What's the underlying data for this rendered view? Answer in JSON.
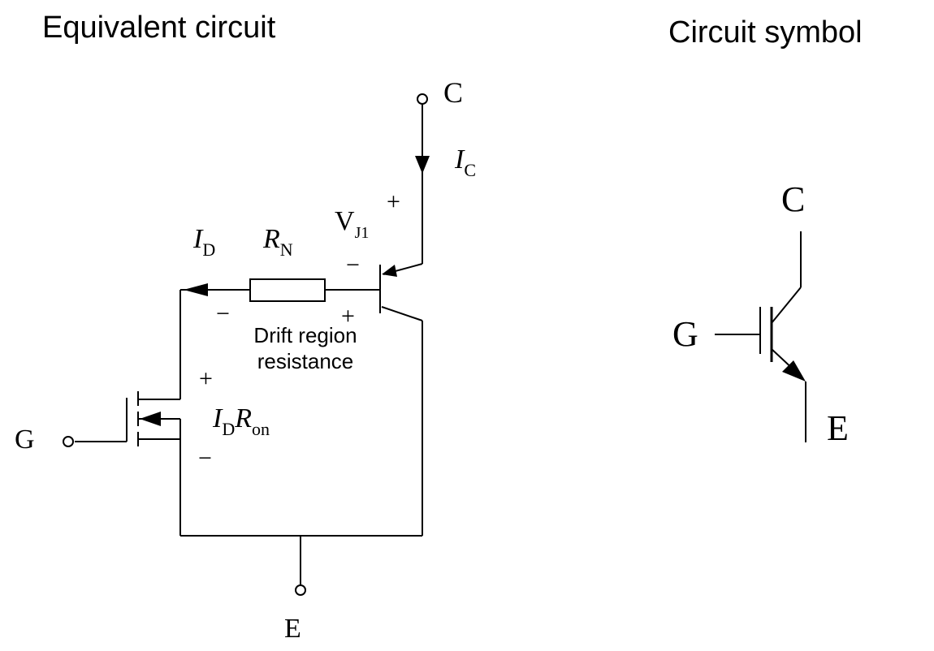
{
  "equivalent": {
    "title": "Equivalent circuit",
    "terminal_c": "C",
    "terminal_g": "G",
    "terminal_e": "E",
    "ic_main": "I",
    "ic_sub": "C",
    "id_main": "I",
    "id_sub": "D",
    "rn_main": "R",
    "rn_sub": "N",
    "vj1_main": "V",
    "vj1_sub": "J1",
    "plus": "+",
    "minus": "−",
    "drift_line1": "Drift region",
    "drift_line2": "resistance",
    "idron_i": "I",
    "idron_d": "D",
    "idron_r": "R",
    "idron_on": "on"
  },
  "symbol": {
    "title": "Circuit symbol",
    "terminal_c": "C",
    "terminal_g": "G",
    "terminal_e": "E"
  }
}
